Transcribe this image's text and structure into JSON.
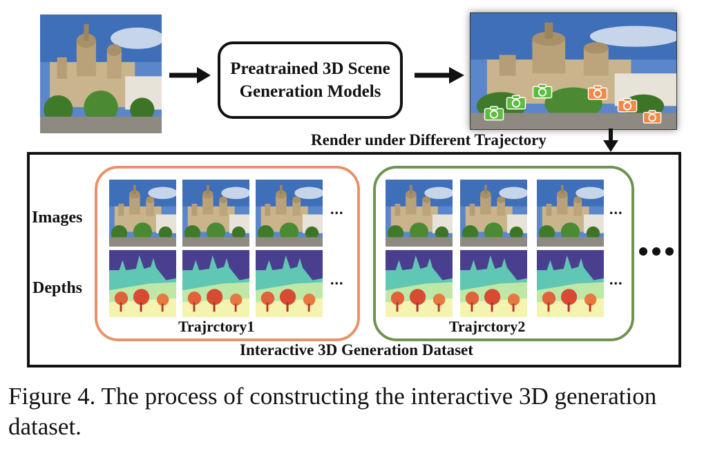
{
  "diagram": {
    "model_box": {
      "line1": "Preatrained 3D Scene",
      "line2": "Generation Models"
    },
    "render_label": "Render under Different Trajectory",
    "rows": {
      "images": "Images",
      "depths": "Depths"
    },
    "trajectories": [
      {
        "label": "Trajrctory1",
        "color": "#E8926A"
      },
      {
        "label": "Trajrctory2",
        "color": "#6E9450"
      }
    ],
    "ellipsis": "...",
    "dataset_title": "Interactive 3D Generation Dataset",
    "camera_colors": {
      "green": "#5DBB3F",
      "orange": "#F08A4B"
    }
  },
  "caption": {
    "text": "Figure 4.  The process of constructing the interactive 3D generation dataset."
  }
}
